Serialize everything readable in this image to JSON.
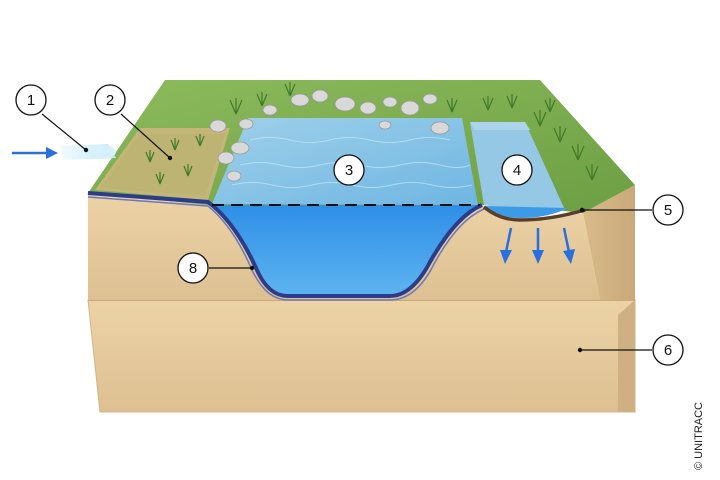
{
  "diagram": {
    "callouts": [
      {
        "id": "inflow-pipe",
        "label": "1"
      },
      {
        "id": "vegetated-pre-treatment",
        "label": "2"
      },
      {
        "id": "retention-pond",
        "label": "3"
      },
      {
        "id": "infiltration-basin",
        "label": "4"
      },
      {
        "id": "infiltration-soil-layer",
        "label": "5"
      },
      {
        "id": "subsoil",
        "label": "6"
      },
      {
        "id": "pond-liner",
        "label": "8"
      }
    ],
    "copyright": "© UNITRACC",
    "colors": {
      "grass": "#7aa84e",
      "soil": "#e3c79a",
      "water": "#3c9be6",
      "liner": "#2b3c8a",
      "arrow": "#2a6fe0"
    }
  }
}
